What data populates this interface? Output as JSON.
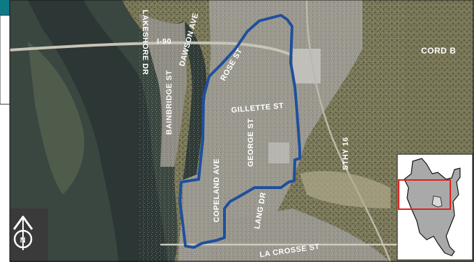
{
  "streets": {
    "lakeshore": "LAKESHORE DR",
    "i90": "I-90",
    "dawson": "DAWSON AVE",
    "rose": "ROSE ST",
    "cord_b": "CORD B",
    "bainbridge": "BAINBRIDGE ST",
    "gillette": "GILLETTE ST",
    "george": "GEORGE ST",
    "sthy16": "STHY 16",
    "copeland": "COPELAND AVE",
    "lang": "LANG DR",
    "lacrosse": "LA CROSSE ST"
  },
  "north_arrow": {
    "letter": "N"
  },
  "colors": {
    "boundary": "#1f4f9e",
    "river": "#2f3f3c",
    "land": "#7d7a5a",
    "urban": "#9a988e",
    "locator_fill": "#a9a9a9",
    "locator_frame": "#e0201a"
  }
}
